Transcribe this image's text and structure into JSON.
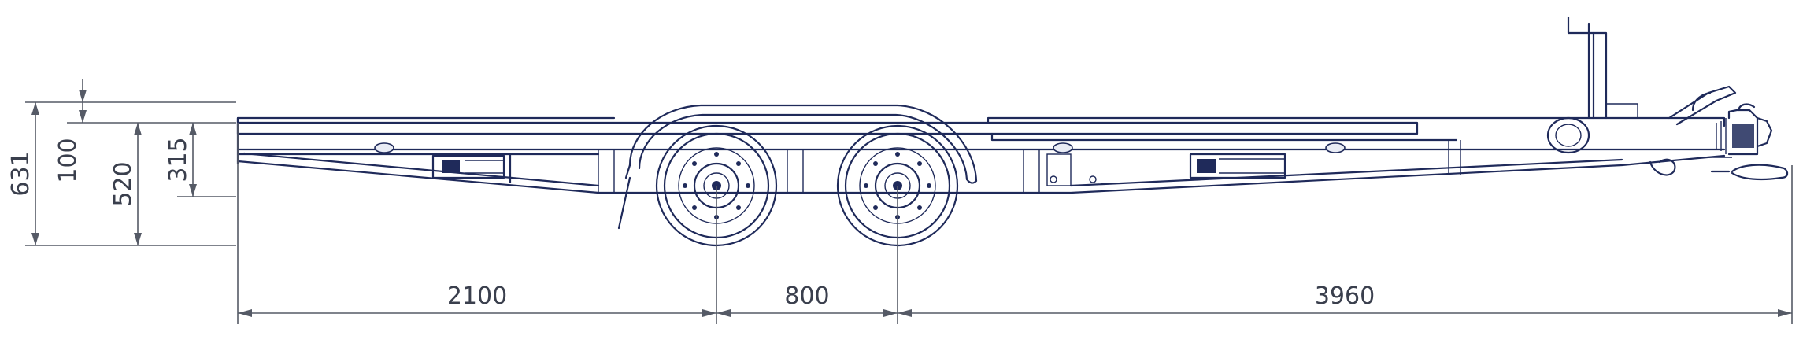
{
  "dimensions": {
    "vertical": [
      {
        "id": "overall-height",
        "label": "631"
      },
      {
        "id": "top-offset",
        "label": "100"
      },
      {
        "id": "deck-height",
        "label": "520"
      },
      {
        "id": "frame-depth",
        "label": "315"
      }
    ],
    "horizontal": [
      {
        "id": "rear-overhang",
        "label": "2100"
      },
      {
        "id": "axle-spacing",
        "label": "800"
      },
      {
        "id": "front-length",
        "label": "3960"
      }
    ]
  },
  "colors": {
    "line": "#1f2a5a",
    "dimension": "#555a66"
  },
  "icons": [
    "trailer-side-view",
    "wheel-icon",
    "coupling-head-icon",
    "jockey-wheel-icon",
    "handbrake-lever-icon"
  ]
}
